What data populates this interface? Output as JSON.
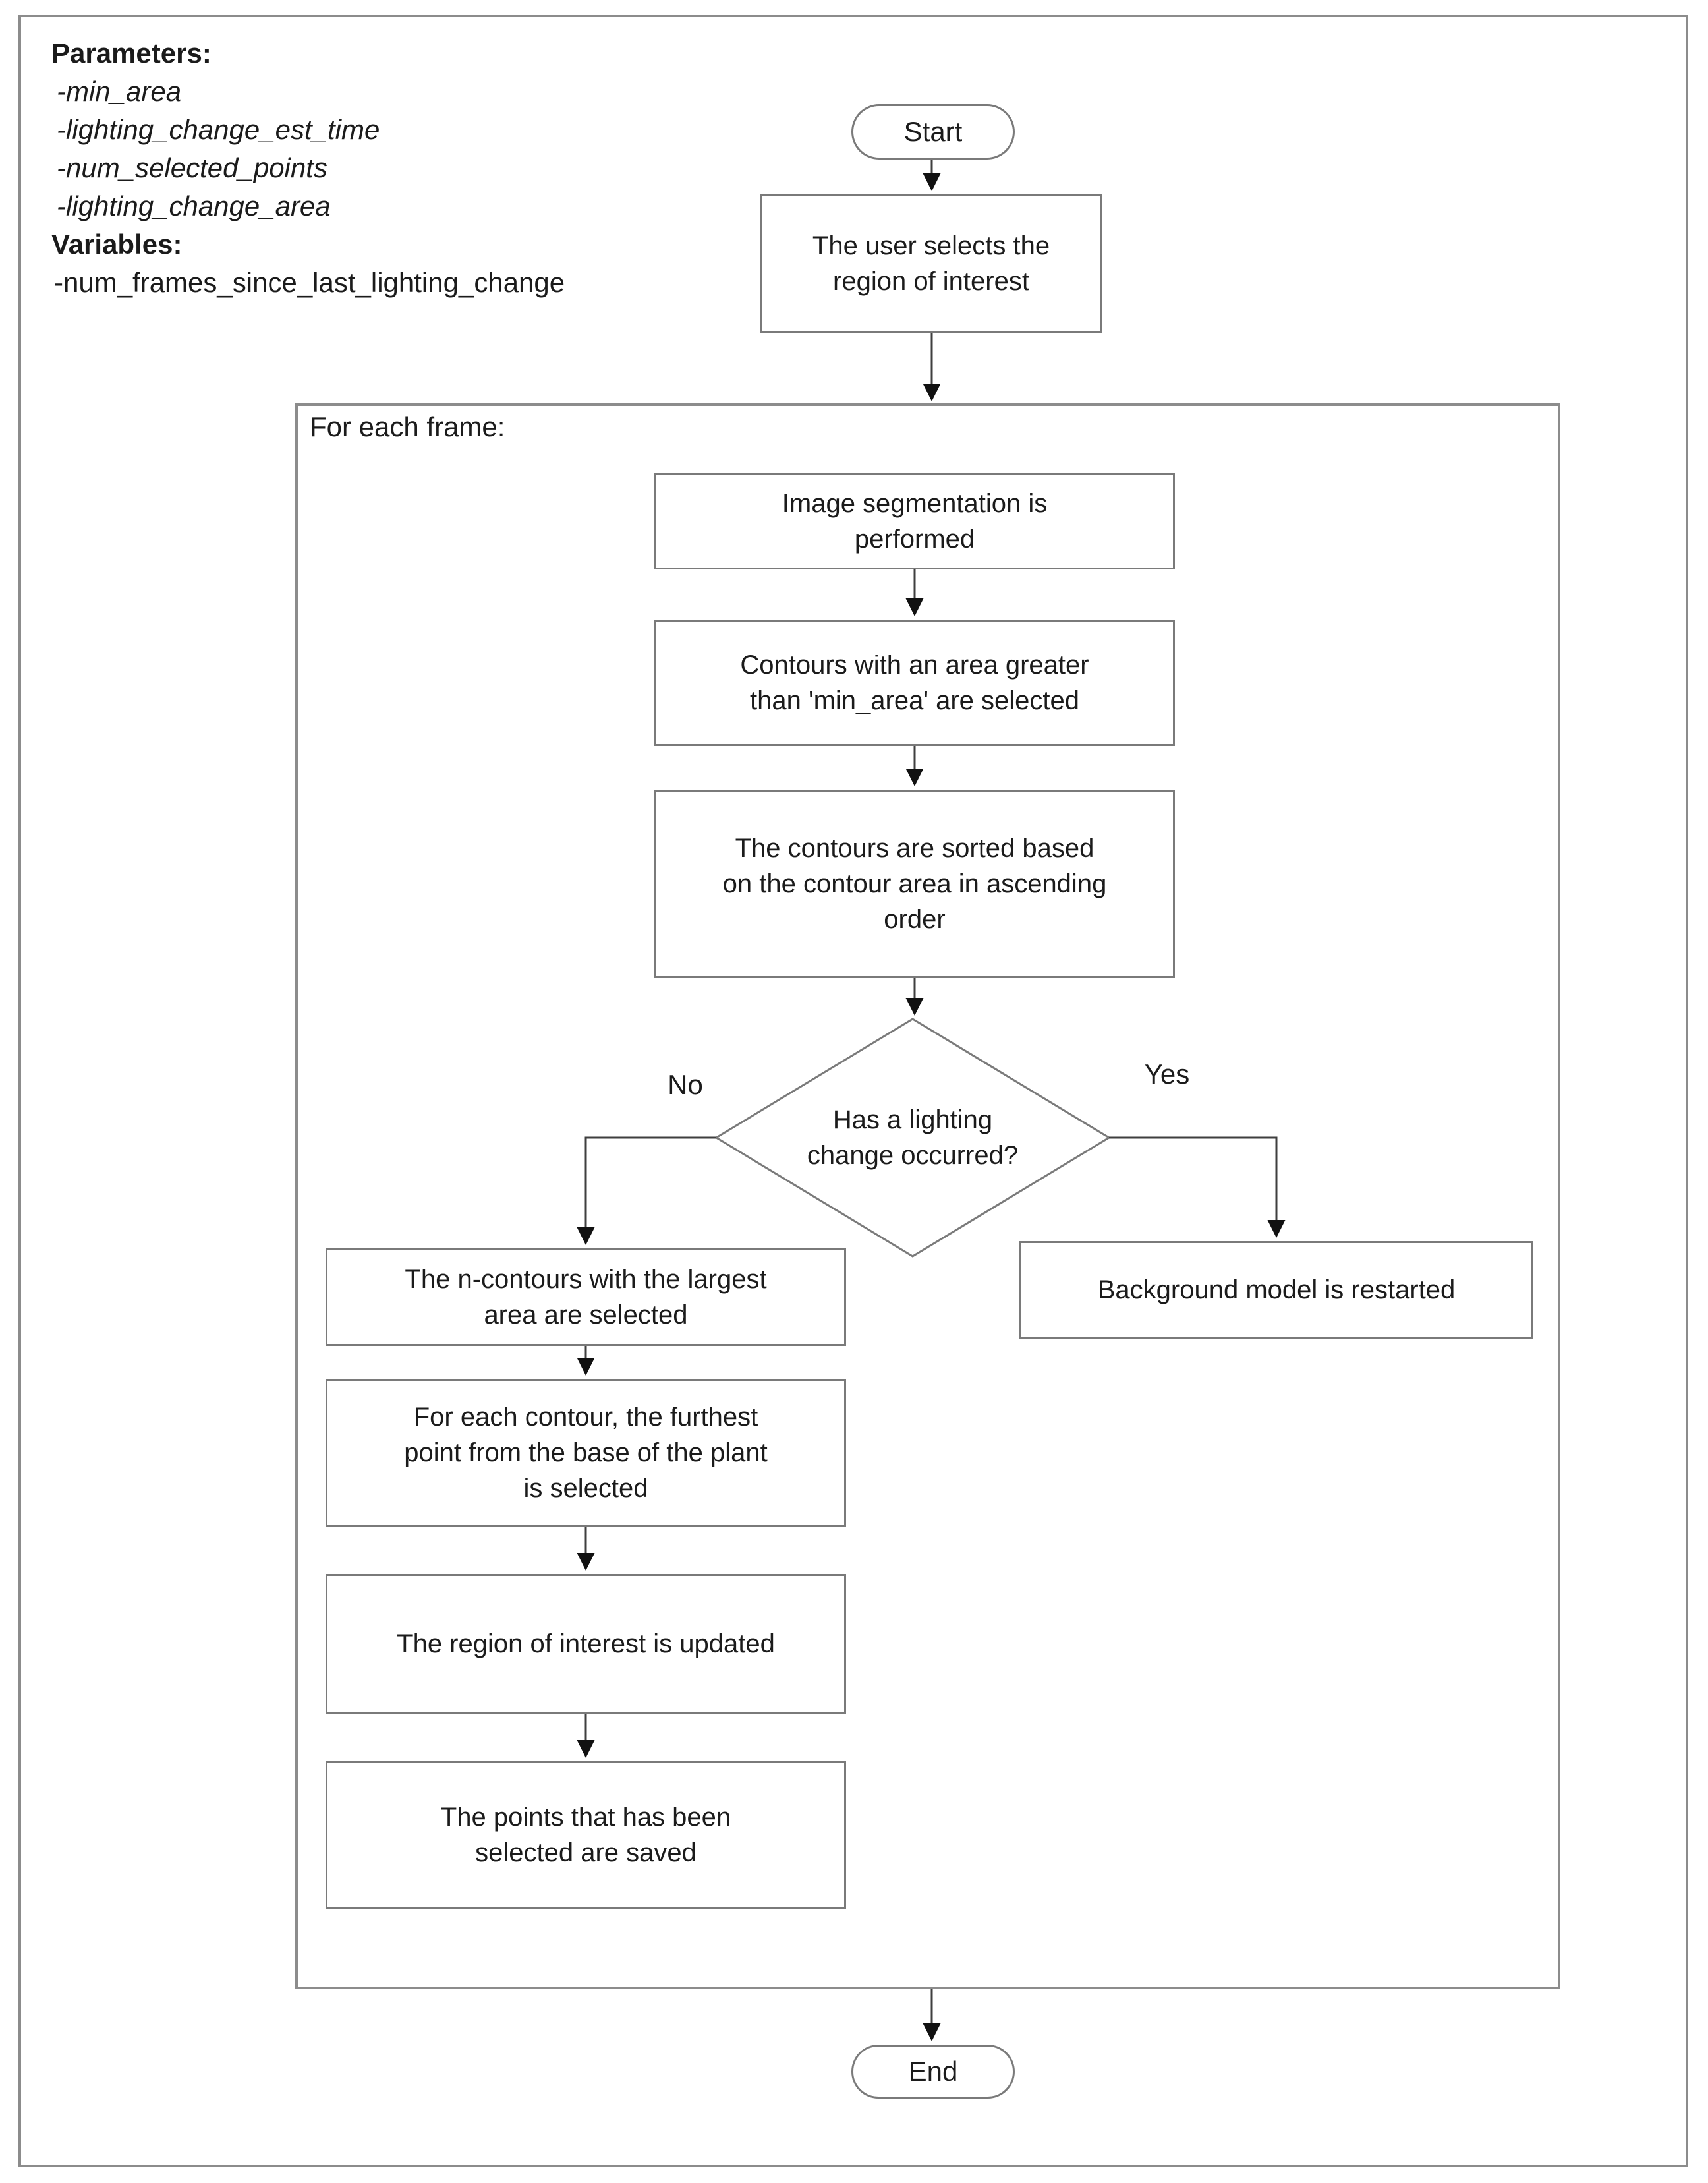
{
  "notes": {
    "parameters_heading": "Parameters:",
    "parameters": [
      "-min_area",
      "-lighting_change_est_time",
      "-num_selected_points",
      "-lighting_change_area"
    ],
    "variables_heading": "Variables:",
    "variables": [
      "-num_frames_since_last_lighting_change"
    ]
  },
  "flow": {
    "start": "Start",
    "end": "End",
    "loop_label": "For each frame:",
    "select_roi": "The user selects the\nregion of interest",
    "segmentation": "Image segmentation is\nperformed",
    "contours_min_area": "Contours with an area greater\nthan 'min_area' are selected",
    "contours_sorted": "The contours are sorted based\non the contour area in ascending\norder",
    "decision": "Has a lighting\nchange occurred?",
    "no_label": "No",
    "yes_label": "Yes",
    "n_contours": "The n-contours with the largest\narea are selected",
    "furthest_point": "For each contour, the furthest\npoint from the base of the plant\nis selected",
    "roi_updated": "The region of interest is updated",
    "points_saved": "The points that has been\nselected are saved",
    "bg_restart": "Background model is restarted"
  },
  "colors": {
    "background": "#ffffff",
    "frame_border": "#8c8c8c",
    "node_border": "#7a7a7a",
    "connector_line": "#3f3f3f",
    "arrowhead": "#111111",
    "text": "#1b1b1b"
  }
}
